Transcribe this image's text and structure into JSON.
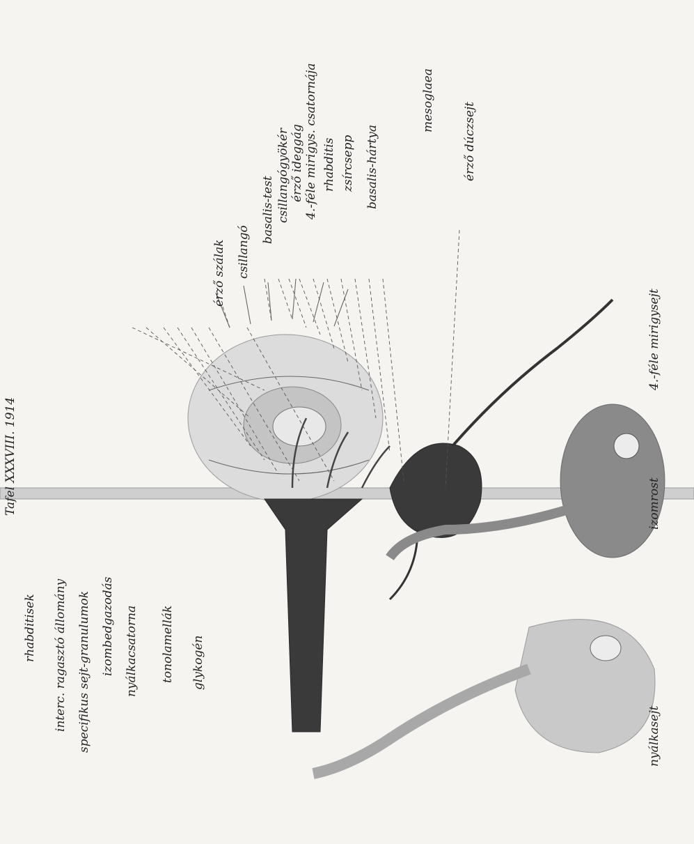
{
  "plate_header": "Tafel XXXVIII. 1914",
  "labels": {
    "rhabditisek": "rhabditisek",
    "interc_ragaszto": "interc. ragasztó állomány",
    "specifikus": "specifikus sejt-granulumok",
    "izombedgazodas": "izombedgazodás",
    "nyalkacsatorna": "nyálkacsatorna",
    "tonolamellak": "tonolamellák",
    "glykogen": "glykogén",
    "nyalkasejt": "nyálkasejt",
    "izomrost": "izomrost",
    "negyfele_mirigysejt": "4.-féle mirigysejt",
    "erzo_duczsejt": "érző dúczsejt",
    "erzo_szalak": "érző szálak",
    "csillango": "csillangó",
    "basalis_test": "basalis-test",
    "csillangogyoker": "csillangógyökér",
    "erzo_ideggag": "érző ideggág",
    "negyfele_csatornaja": "4.-féle mirigys. csatornája",
    "rhabditis": "rhabditis",
    "zsircsepp": "zsírcsepp",
    "basalis_hartya": "basalis-hártya",
    "mesoglaea": "mesoglaea"
  }
}
